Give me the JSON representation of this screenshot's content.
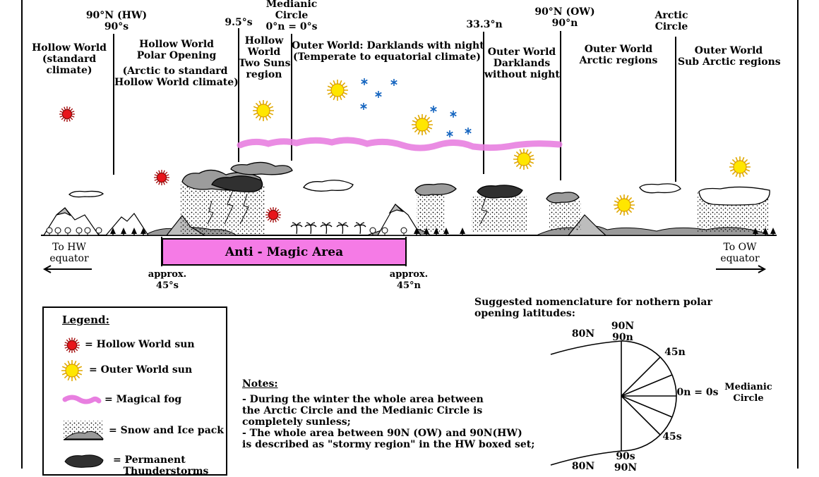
{
  "zones": {
    "hollow_standard": "Hollow World\n(standard\nclimate)",
    "polar_opening": "Hollow World\nPolar Opening",
    "polar_opening_sub": "(Arctic to standard\nHollow World climate)",
    "two_suns": "Hollow\nWorld\nTwo Suns\nregion",
    "darklands_night": "Outer World: Darklands with night\n(Temperate to equatorial climate)",
    "darklands_no_night": "Outer World\nDarklands\nwithout night",
    "ow_arctic": "Outer World\nArctic regions",
    "ow_subarctic": "Outer World\nSub Arctic regions"
  },
  "latitudes": {
    "hw_pole": "90°N (HW)\n90°s",
    "s95": "9.5°s",
    "medianic": "Medianic\nCircle\n0°n = 0°s",
    "n333": "33.3°n",
    "ow_pole": "90°N (OW)\n90°n",
    "arctic": "Arctic\nCircle"
  },
  "band": {
    "label": "Anti - Magic Area",
    "left": "approx.\n45°s",
    "right": "approx.\n45°n"
  },
  "directions": {
    "hw": "To HW\nequator",
    "ow": "To OW\nequator"
  },
  "legend": {
    "title": "Legend:",
    "items": [
      {
        "icon": "red-sun-icon",
        "text": "= Hollow World sun"
      },
      {
        "icon": "yellow-sun-icon",
        "text": "= Outer World sun"
      },
      {
        "icon": "magical-fog-icon",
        "text": "= Magical fog"
      },
      {
        "icon": "snow-ice-icon",
        "text": "= Snow and Ice pack"
      },
      {
        "icon": "thunderstorm-icon",
        "text": "= Permanent\n   Thunderstorms"
      }
    ]
  },
  "notes": {
    "title": "Notes:",
    "lines": [
      "- During the winter the whole area between",
      "the Arctic Circle and the Medianic Circle is",
      "completely sunless;",
      "- The whole area between 90N (OW) and 90N(HW)",
      "is described as \"stormy region\" in the HW boxed set;"
    ]
  },
  "nomenclature": {
    "title": "Suggested nomenclature for nothern polar\nopening latitudes:",
    "n80": "80N",
    "n90": "90N\n90n",
    "n45": "45n",
    "zero": "0n = 0s",
    "medianic": "Medianic\nCircle",
    "s45": "45s",
    "s90": "90s",
    "b80": "80N",
    "b90": "90N"
  },
  "colors": {
    "hw_sun": "#e8151b",
    "ow_sun": "#ffe600",
    "fog": "#e87fe0",
    "band": "#f57be6",
    "snowflake": "#1565c0"
  }
}
